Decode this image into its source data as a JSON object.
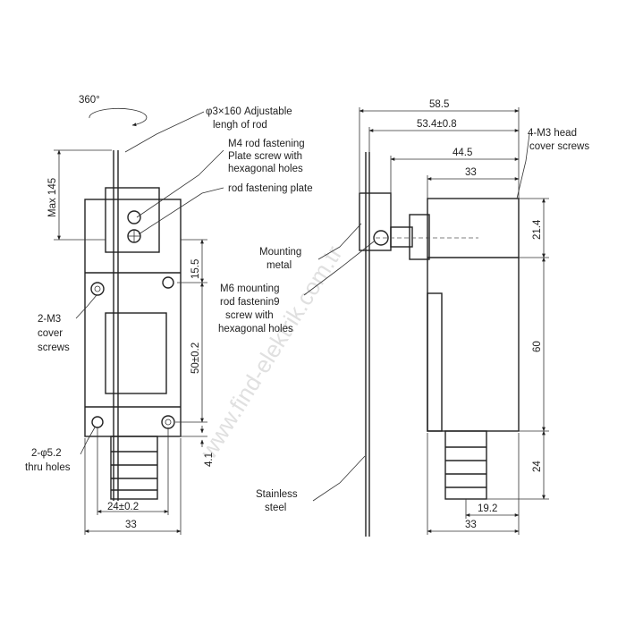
{
  "watermark": "www.find-elektrik.com.tr",
  "labels": {
    "rotation": "360°",
    "rod_spec_1": "φ3×160 Adjustable",
    "rod_spec_2": "lengh of rod",
    "m4_1": "M4 rod fastening",
    "m4_2": "Plate  screw with",
    "m4_3": "hexagonal holes",
    "fastening_plate": "rod fastening plate",
    "m3_cover_1": "2-M3",
    "m3_cover_2": "cover",
    "m3_cover_3": "screws",
    "thru_1": "2-φ5.2",
    "thru_2": "thru holes",
    "mounting_1": "Mounting",
    "mounting_2": "metal",
    "m6_1": "M6 mounting",
    "m6_2": "rod fastenin9",
    "m6_3": "screw with",
    "m6_4": "hexagonal holes",
    "stainless_1": "Stainless",
    "stainless_2": "steel",
    "head_1": "4-M3 head",
    "head_2": "cover screws"
  },
  "dimensions": {
    "max145": "Max 145",
    "d15_5": "15.5",
    "d50": "50±0.2",
    "d4_1": "4.1",
    "d24_02": "24±0.2",
    "d33_left": "33",
    "d58_5": "58.5",
    "d53_4": "53.4±0.8",
    "d44_5": "44.5",
    "d33_top": "33",
    "d21_4": "21.4",
    "d60": "60",
    "d24": "24",
    "d19_2": "19.2",
    "d33_bottom": "33"
  }
}
